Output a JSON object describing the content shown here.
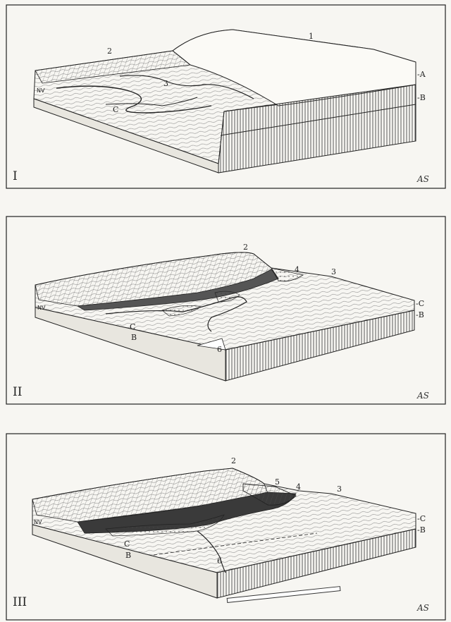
{
  "panels": [
    {
      "roman": "I",
      "signature": "AS",
      "corner": "NV",
      "labels": {
        "l1": "1",
        "l2": "2",
        "l3": "3",
        "c": "C",
        "sideA": "-A",
        "sideB": "-B"
      }
    },
    {
      "roman": "II",
      "signature": "AS",
      "corner": "NV",
      "labels": {
        "l2": "2",
        "l3": "3",
        "l4": "4",
        "l6": "6",
        "c": "C",
        "b": "B",
        "sideC": "-C",
        "sideB": "-B"
      }
    },
    {
      "roman": "III",
      "signature": "AS",
      "corner": "NV",
      "labels": {
        "l2": "2",
        "l3": "3",
        "l4": "4",
        "l5": "5",
        "l6": "6",
        "c": "C",
        "b": "B",
        "sideC": "-C",
        "sideB": "-B"
      }
    }
  ]
}
